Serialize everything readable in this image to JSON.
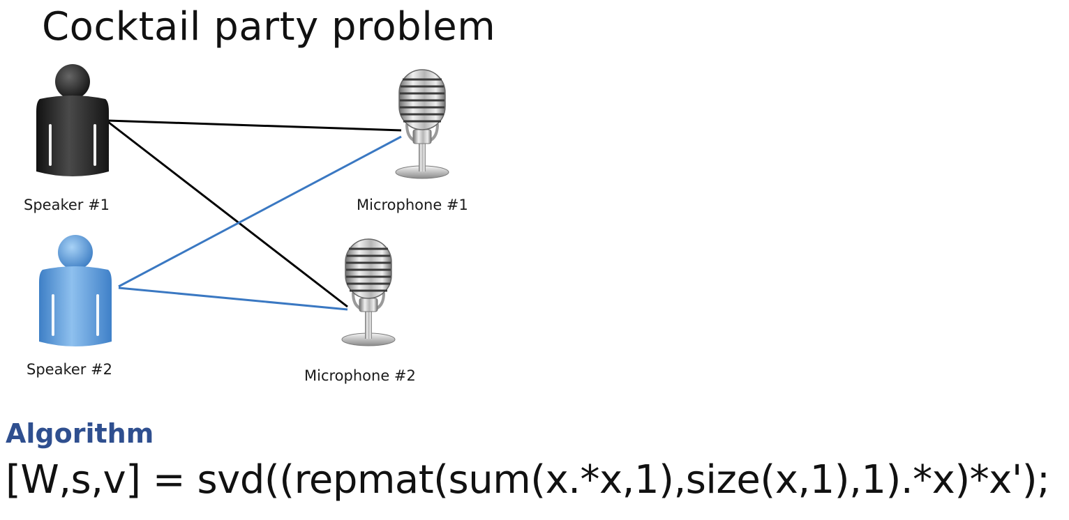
{
  "title": "Cocktail party problem",
  "speakers": [
    {
      "label": "Speaker #1",
      "color": "#2b2b2b"
    },
    {
      "label": "Speaker #2",
      "color": "#5b9bd5"
    }
  ],
  "microphones": [
    {
      "label": "Microphone #1"
    },
    {
      "label": "Microphone #2"
    }
  ],
  "connection_colors": {
    "speaker1": "#000000",
    "speaker2": "#3a78c2"
  },
  "algorithm": {
    "heading": "Algorithm",
    "code": "[W,s,v] = svd((repmat(sum(x.*x,1),size(x,1),1).*x)*x');",
    "heading_color": "#2f4f8f"
  }
}
